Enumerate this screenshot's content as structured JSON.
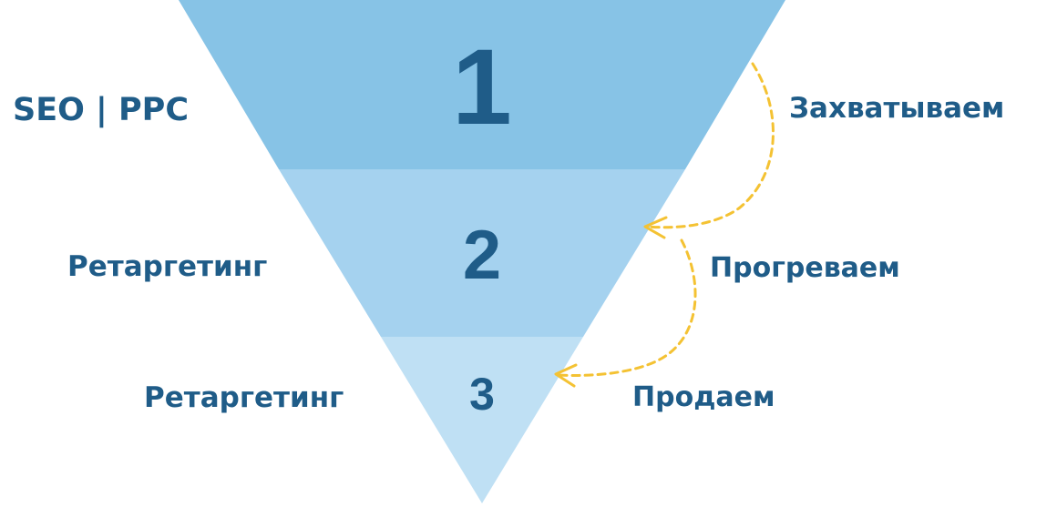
{
  "stages": [
    {
      "number": "1",
      "left_label": "SEO | PPC",
      "right_label": "Захватываем"
    },
    {
      "number": "2",
      "left_label": "Ретаргетинг",
      "right_label": "Прогреваем"
    },
    {
      "number": "3",
      "left_label": "Ретаргетинг",
      "right_label": "Продаем"
    }
  ],
  "colors": {
    "stage_1": "#87c3e6",
    "stage_2": "#a5d2ef",
    "stage_3": "#bfe0f4",
    "text": "#1f5c88",
    "arrow": "#f4c233"
  }
}
